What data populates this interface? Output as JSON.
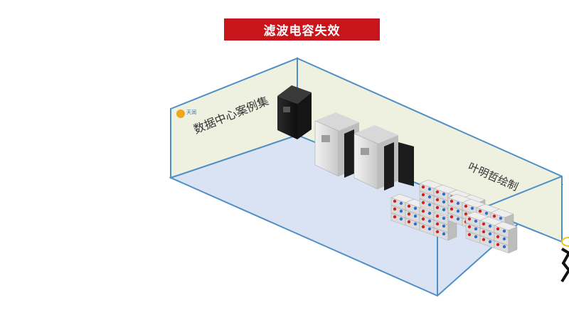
{
  "header": {
    "title": "滤波电容失效"
  },
  "room": {
    "wall_label_left": "数据中心案例集",
    "wall_label_right": "叶明哲绘制",
    "logo_text": "天润",
    "colors": {
      "wall": "#eef0e0",
      "floor": "#d9e3f3",
      "edge": "#4f8fc5"
    }
  },
  "equipment": {
    "rack": "cabinet",
    "ups_cabinets": 2,
    "battery_banks": 3
  }
}
